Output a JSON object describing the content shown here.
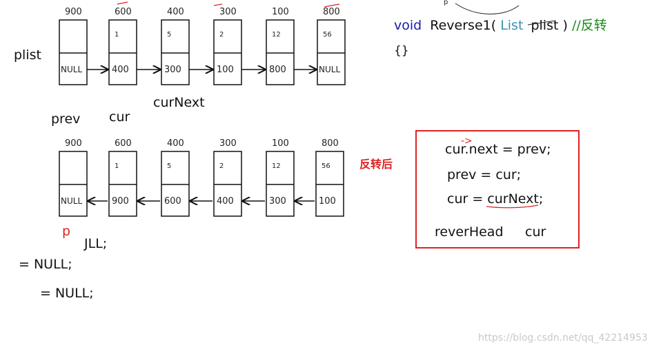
{
  "top": {
    "label": "plist",
    "nodes": [
      {
        "addr": "900",
        "data": "",
        "next": "NULL"
      },
      {
        "addr": "600",
        "data": "1",
        "next": "400"
      },
      {
        "addr": "400",
        "data": "5",
        "next": "300"
      },
      {
        "addr": "300",
        "data": "2",
        "next": "100"
      },
      {
        "addr": "100",
        "data": "12",
        "next": "800"
      },
      {
        "addr": "800",
        "data": "56",
        "next": "NULL"
      }
    ],
    "pointers": {
      "prev": "prev",
      "cur": "cur",
      "curNext": "curNext"
    }
  },
  "bottom": {
    "nodes": [
      {
        "addr": "900",
        "data": "",
        "next": "NULL"
      },
      {
        "addr": "600",
        "data": "1",
        "next": "900"
      },
      {
        "addr": "400",
        "data": "5",
        "next": "600"
      },
      {
        "addr": "300",
        "data": "2",
        "next": "400"
      },
      {
        "addr": "100",
        "data": "12",
        "next": "300"
      },
      {
        "addr": "800",
        "data": "56",
        "next": "100"
      }
    ],
    "reverse_label": "反转后",
    "p_label": "p"
  },
  "code": {
    "keyword": "void",
    "func": "Reverse1(",
    "param_type": "List",
    "param_name": "plist",
    "close": ")",
    "comment": "//反转",
    "body": "{}"
  },
  "notes": {
    "line1": "JLL;",
    "line2": "= NULL;",
    "line3": "= NULL;"
  },
  "box": {
    "arrow_mark": "->",
    "line1": "cur.next = prev;",
    "line2": "prev = cur;",
    "line3": "cur = curNext;",
    "line4a": "reverHead",
    "line4b": "cur"
  },
  "watermark": "https://blog.csdn.net/qq_42214953",
  "colors": {
    "red": "#e02020",
    "keyword": "#1a1aa8",
    "type": "#3a8fb0",
    "comment": "#1a8a1a"
  }
}
